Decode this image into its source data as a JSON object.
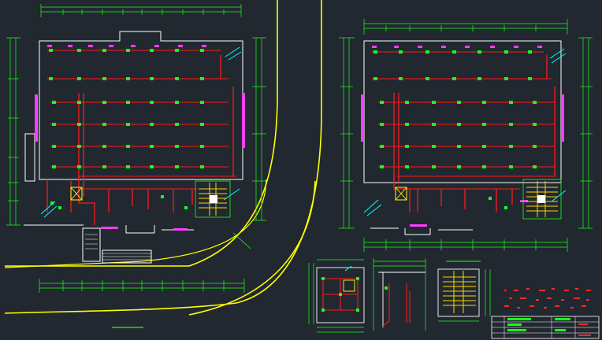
{
  "app": {
    "title": "",
    "view": "model-space"
  },
  "drawing": {
    "background": "#212830",
    "colors": {
      "pipe": "#ff1a1a",
      "dimension": "#19ff19",
      "wall": "#ffffff",
      "road": "#ffff00",
      "equipment": "#ff3cff",
      "riser": "#00ffff"
    },
    "sheets": [
      {
        "name": "left-floor-plan"
      },
      {
        "name": "right-floor-plan"
      },
      {
        "name": "detail-small-plan"
      },
      {
        "name": "detail-section"
      },
      {
        "name": "stair-detail"
      }
    ],
    "notes": [],
    "title_block": {}
  }
}
